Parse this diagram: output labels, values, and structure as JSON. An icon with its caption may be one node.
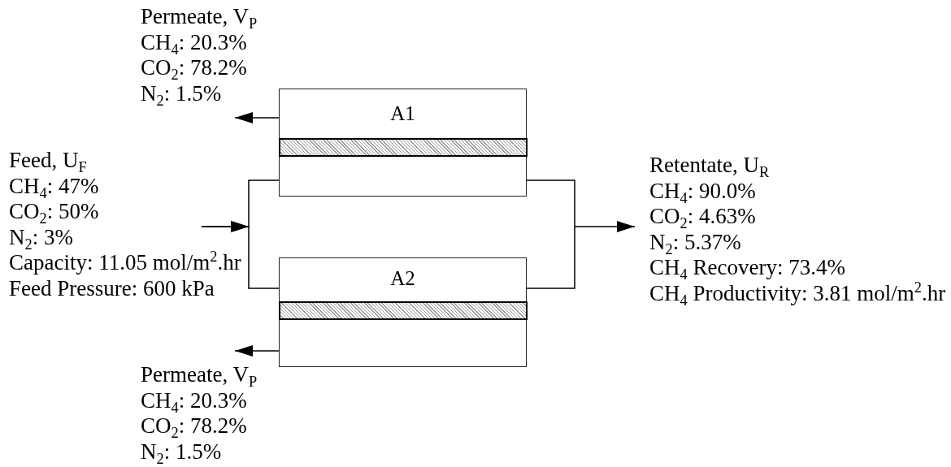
{
  "diagram": {
    "nodes": [
      {
        "text": [
          "Permeate, V$_{P}$",
          "CH$_{4}$: 20.3%",
          "CO$_{2}$: 78.2%",
          "N$_{2}$: 1.5%"
        ]
      },
      {
        "text": [
          "Feed, U$_{F}$",
          "CH$_{4}$: 47%",
          "CO$_{2}$: 50%",
          "N$_{2}$: 3%",
          "Capacity: 11.05 mol/m$^{2}$.hr",
          "Feed Pressure: 600 kPa"
        ]
      },
      {
        "text": [
          "A1"
        ]
      },
      {
        "text": [],
        "shape": "bar",
        "in": 2
      },
      {
        "text": [
          "A2"
        ]
      },
      {
        "text": [],
        "shape": "bar",
        "in": 4
      },
      {
        "text": [
          "Retentate, U$_{R}$",
          "CH$_{4}$: 90.0%",
          "CO$_{2}$: 4.63%",
          "N$_{2}$: 5.37%",
          "CH$_{4}$ Recovery: 73.4%",
          "CH$_{4}$ Productivity: 3.81 mol/m$^{2}$.hr"
        ]
      },
      {
        "text": [
          "Permeate, V$_{P}$",
          "CH$_{4}$: 20.3%",
          "CO$_{2}$: 78.2%",
          "N$_{2}$: 1.5%"
        ]
      }
    ],
    "edges": [
      {
        "from": 1,
        "to": 2,
        "arrow": "to"
      },
      {
        "from": 1,
        "to": 4,
        "arrow": "to"
      },
      {
        "from": 2,
        "to": 6,
        "arrow": "to"
      },
      {
        "from": 4,
        "to": 6,
        "arrow": "to"
      },
      {
        "from": 2,
        "to": 0,
        "arrow": "to"
      },
      {
        "from": 4,
        "to": 7,
        "arrow": "to"
      }
    ]
  }
}
